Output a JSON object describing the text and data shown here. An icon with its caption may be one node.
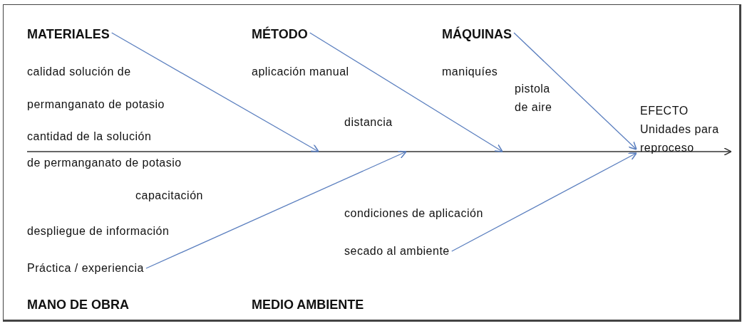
{
  "diagram": {
    "nodes": [
      {
        "text": [
          "MATERIALES"
        ]
      },
      {
        "text": [
          "MÉTODO"
        ]
      },
      {
        "text": [
          "MÁQUINAS"
        ]
      },
      {
        "text": [
          "MANO DE OBRA"
        ]
      },
      {
        "text": [
          "MEDIO AMBIENTE"
        ]
      },
      {
        "text": [
          "EFECTO",
          "Unidades para reproceso"
        ]
      },
      {
        "text": [
          "Práctica / experiencia"
        ]
      },
      {
        "text": [
          "secado al ambiente"
        ]
      }
    ],
    "edges": [
      {
        "from": null,
        "to": 5,
        "arrow": "to",
        "color": "#333333"
      },
      {
        "from": 0,
        "to": null,
        "arrow": "to"
      },
      {
        "from": 1,
        "to": null,
        "arrow": "to"
      },
      {
        "from": 2,
        "to": 5,
        "arrow": "to"
      },
      {
        "from": 6,
        "to": null,
        "arrow": "to"
      },
      {
        "from": 7,
        "to": 5,
        "arrow": "to"
      }
    ],
    "labels": [
      "calidad solución de",
      "aplicación manual",
      "maniquíes",
      "pistola de aire",
      "permanganato de potasio",
      "distancia",
      "cantidad de la solución",
      "de permanganato de potasio",
      "capacitación",
      "condiciones de aplicación",
      "despliegue de información"
    ]
  }
}
